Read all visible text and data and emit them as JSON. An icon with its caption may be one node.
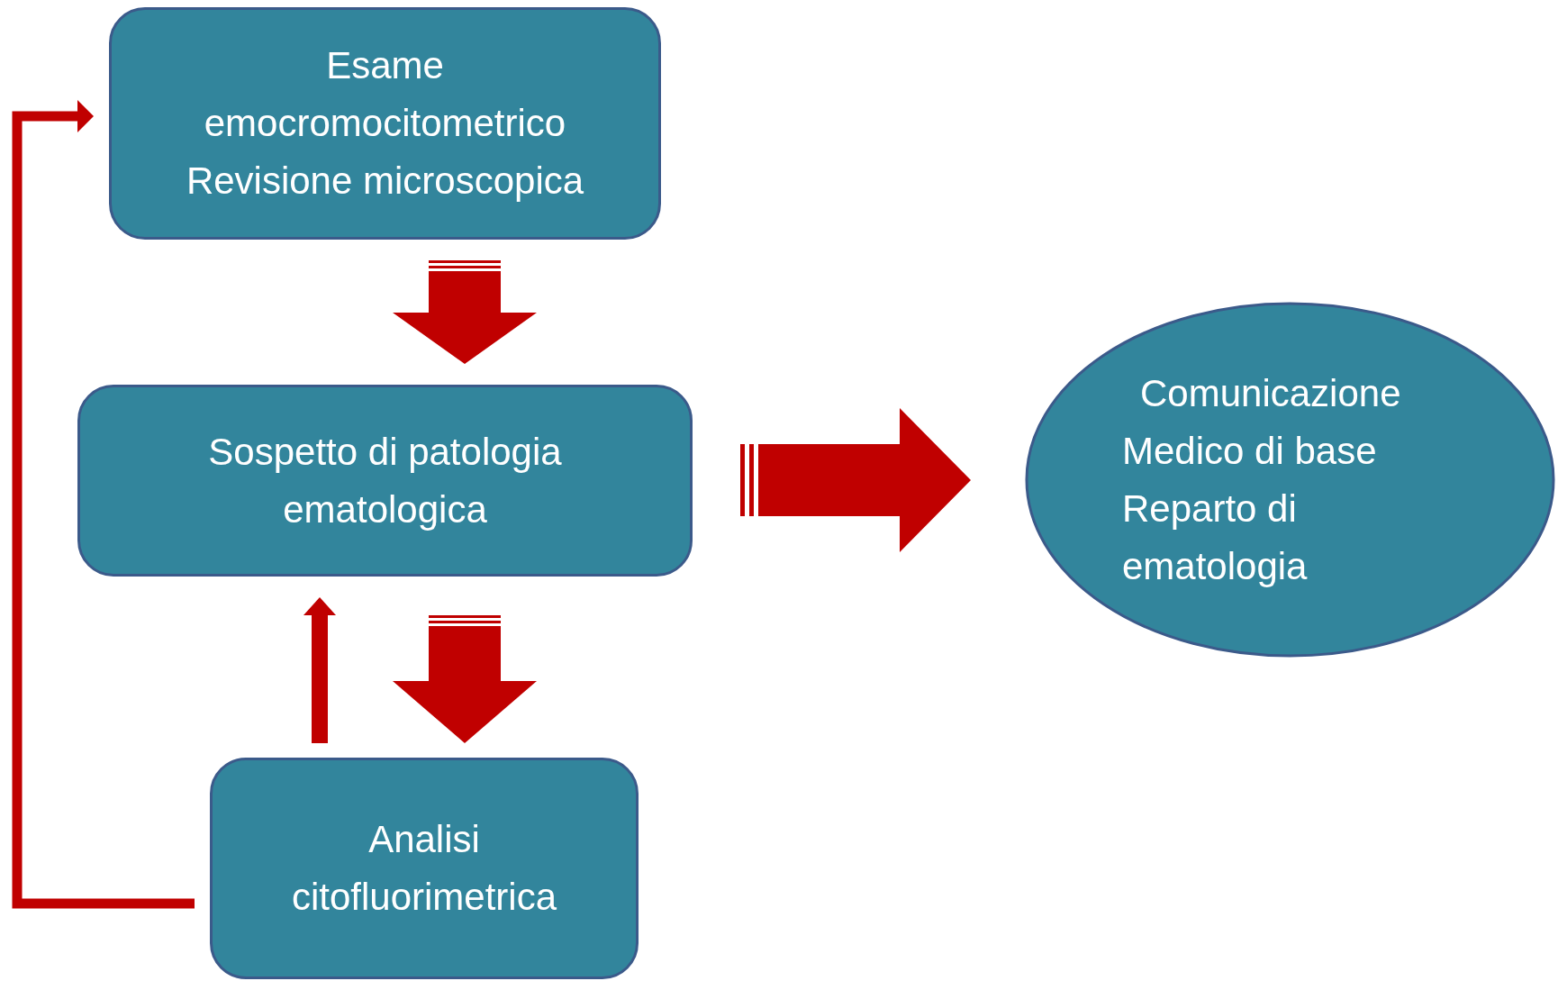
{
  "diagram": {
    "nodes": [
      {
        "text": [
          "Esame emocromocitometrico",
          "Revisione microscopica"
        ]
      },
      {
        "text": [
          "Sospetto di patologia ematologica"
        ]
      },
      {
        "text": [
          "Analisi citofluorimetrica"
        ]
      },
      {
        "text": [
          "Comunicazione",
          "Medico di base",
          "Reparto di ematologia"
        ]
      }
    ],
    "edges": [
      {
        "from": 0,
        "to": 1,
        "arrow": "to",
        "style": "thick"
      },
      {
        "from": 1,
        "to": 3,
        "arrow": "to",
        "style": "thick"
      },
      {
        "from": 1,
        "to": 2,
        "arrow": "to",
        "style": "thick"
      },
      {
        "from": 2,
        "to": 1,
        "arrow": "to"
      },
      {
        "from": 2,
        "to": 0,
        "arrow": "to"
      }
    ]
  }
}
